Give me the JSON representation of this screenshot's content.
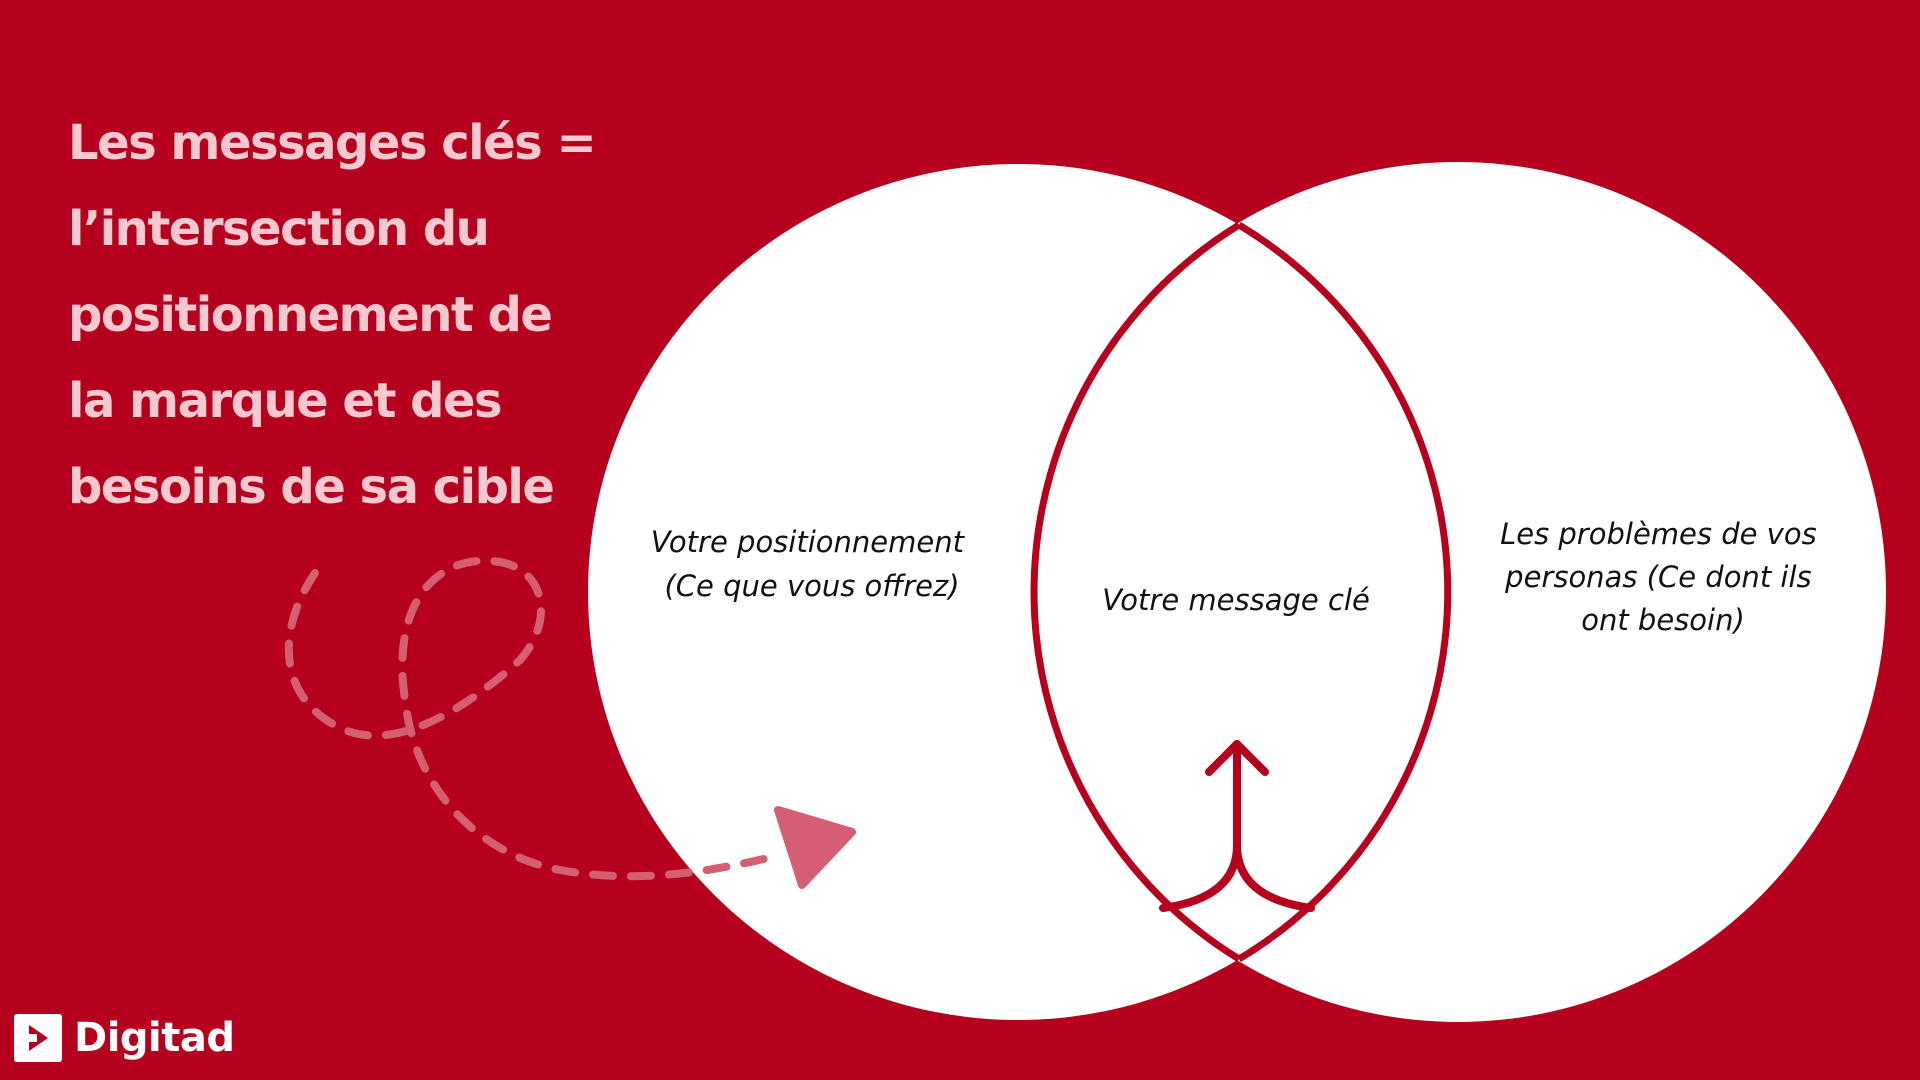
{
  "title": {
    "lines": [
      "Les messages clés =",
      "l’intersection du",
      "positionnement de",
      "la marque et des",
      "besoins de sa cible"
    ]
  },
  "venn": {
    "left": {
      "lines": [
        "Votre positionnement",
        "(Ce que vous offrez)"
      ]
    },
    "center": {
      "lines": [
        "Votre message clé"
      ]
    },
    "right": {
      "lines": [
        "Les problèmes de vos",
        "personas (Ce dont ils",
        "ont besoin)"
      ]
    }
  },
  "logo": {
    "text": "Digitad"
  },
  "colors": {
    "background": "#b5001e",
    "title": "#f6c9d0",
    "circle_fill": "#ffffff",
    "outline": "#b5001e",
    "dashed_arrow": "#d45e72"
  },
  "icons": [
    "dashed-loop-arrow-icon",
    "merge-up-arrow-icon",
    "digitad-logo-icon"
  ]
}
